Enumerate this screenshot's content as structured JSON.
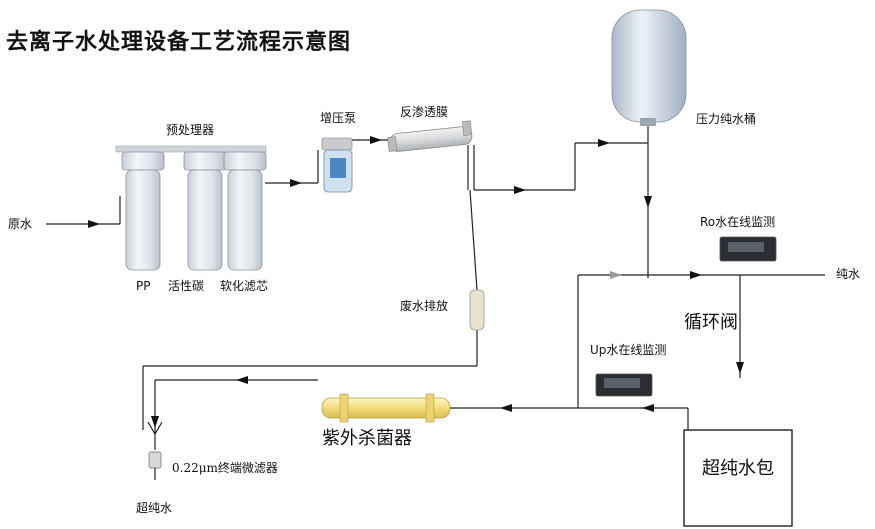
{
  "title": "去离子水处理设备工艺流程示意图",
  "labels": {
    "pretreatment": "预处理器",
    "raw_water": "原水",
    "pp": "PP",
    "activated_carbon": "活性碳",
    "softening_filter": "软化滤芯",
    "booster_pump": "增压泵",
    "ro_membrane": "反渗透膜",
    "pressure_tank": "压力纯水桶",
    "ro_monitor": "Ro水在线监测",
    "pure_water": "纯水",
    "wastewater_discharge": "废水排放",
    "circulation_valve": "循环阀",
    "up_monitor": "Up水在线监测",
    "uv_sterilizer": "紫外杀菌器",
    "ultrapure_bag": "超纯水包",
    "terminal_filter": "0.22μm终端微滤器",
    "ultrapure_water": "超纯水"
  },
  "colors": {
    "line": "#222222",
    "arrow": "#111111",
    "housing": "#e9edf2",
    "uv_body": "#f2e08a",
    "tank": "#d7e2ee"
  }
}
